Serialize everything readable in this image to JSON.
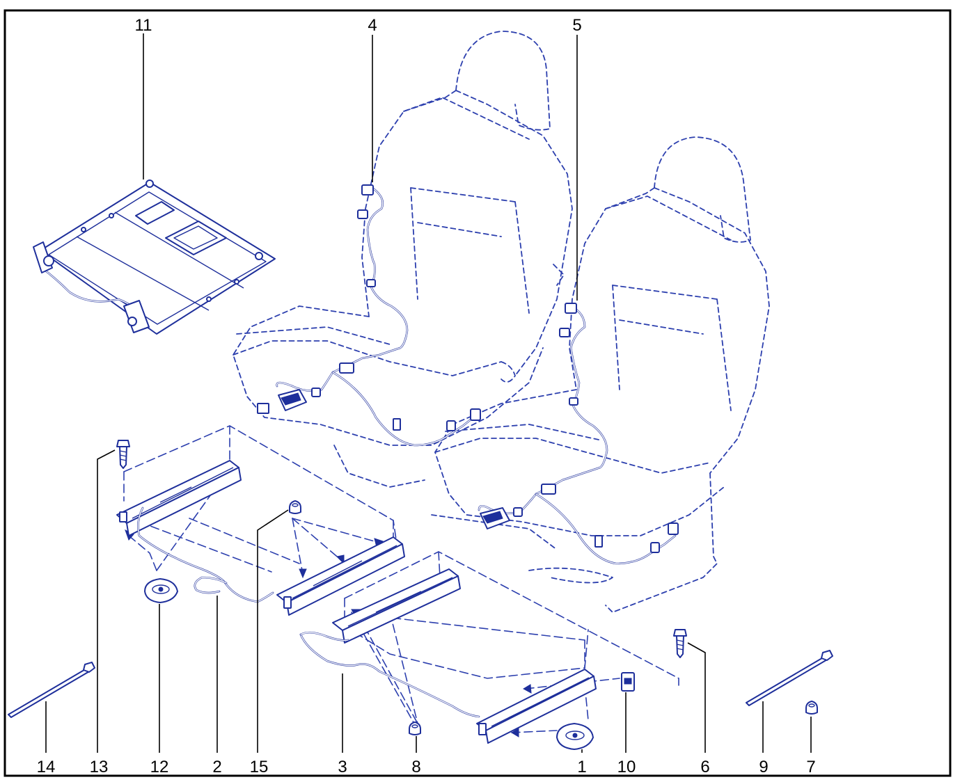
{
  "callouts": {
    "c1": "1",
    "c2": "2",
    "c3": "3",
    "c4": "4",
    "c5": "5",
    "c6": "6",
    "c7": "7",
    "c8": "8",
    "c9": "9",
    "c10": "10",
    "c11": "11",
    "c12": "12",
    "c13": "13",
    "c14": "14",
    "c15": "15"
  },
  "colors": {
    "line": "#1e2f9b",
    "dash": "#2c3fae",
    "text": "#000000"
  }
}
